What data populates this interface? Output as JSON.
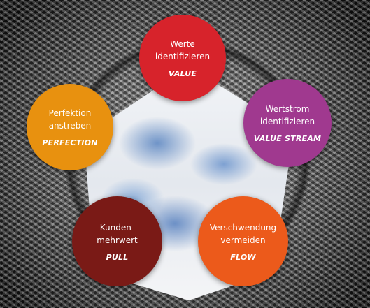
{
  "circles": {
    "value": {
      "title": "Werte\nidentifizieren",
      "en": "VALUE",
      "color": "#d7232b"
    },
    "stream": {
      "title": "Wertstrom\nidentifizieren",
      "en": "VALUE STREAM",
      "color": "#a0398f"
    },
    "flow": {
      "title": "Verschwendung\nvermeiden",
      "en": "FLOW",
      "color": "#ec5a1b"
    },
    "pull": {
      "title": "Kunden-\nmehrwert",
      "en": "PULL",
      "color": "#7a1a16"
    },
    "perf": {
      "title": "Perfektion\nanstreben",
      "en": "PERFECTION",
      "color": "#e8910f"
    }
  }
}
